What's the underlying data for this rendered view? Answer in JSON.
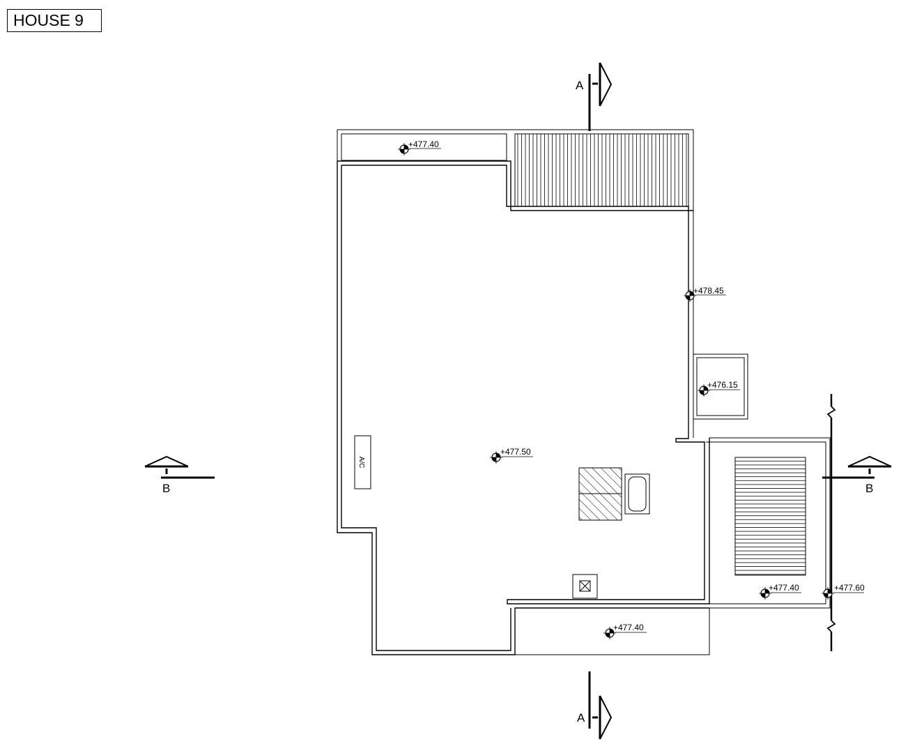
{
  "title": "HOUSE 9",
  "sections": {
    "a_top": "A",
    "a_bottom": "A",
    "b_left": "B",
    "b_right": "B"
  },
  "levels": {
    "terrace_top": "+477.40",
    "roof_edge": "+478.45",
    "small_box": "+476.15",
    "main_roof": "+477.50",
    "stair_area": "+477.40",
    "right_edge": "+477.60",
    "bottom_strip": "+477.40"
  },
  "ac_label": "A/C"
}
